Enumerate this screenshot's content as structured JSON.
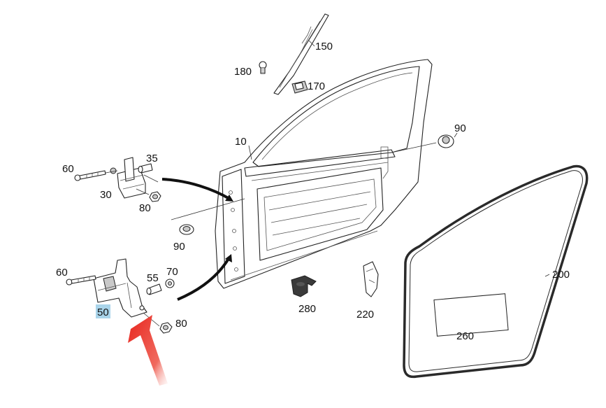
{
  "labels": {
    "l10": "10",
    "l30": "30",
    "l35": "35",
    "l50": "50",
    "l55": "55",
    "l60a": "60",
    "l60b": "60",
    "l70": "70",
    "l80a": "80",
    "l80b": "80",
    "l90a": "90",
    "l90b": "90",
    "l150": "150",
    "l170": "170",
    "l180": "180",
    "l200": "200",
    "l220": "220",
    "l260": "260",
    "l280": "280"
  },
  "colors": {
    "highlight_box": "#a9d4ea",
    "arrow_red": "#e8251d",
    "line": "#222222",
    "leader_arrow": "#111111"
  },
  "highlighted_part": "50"
}
